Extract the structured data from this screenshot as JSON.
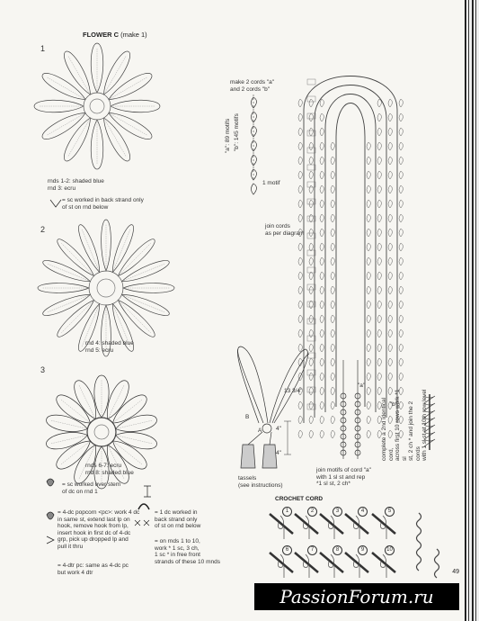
{
  "flower": {
    "title": "FLOWER C",
    "make": "(make 1)"
  },
  "steps": {
    "s1": "1",
    "s2": "2",
    "s3": "3"
  },
  "notes": {
    "rnds12": "rnds 1-2: shaded blue\nrnd 3: ecru",
    "sc_back": "= sc worked in back strand only\nof st on rnd below",
    "rnd45": "rnd 4: shaded blue\nrnd 5: ecru",
    "rnds67": "rnds 6-7: ecru\nrnd 8: shaded blue",
    "sc_over": "= sc worked over stem\nof dc on rnd 1",
    "popcorn": "= 4-dc popcorn <pc>: work 4 dc\nin same st, extend last lp on\nhook, remove hook from lp,\ninsert hook in first dc of 4-dc\ngrp, pick up dropped lp and\npull it thru",
    "dtr_pc": "= 4-dtr pc: same as 4-dc pc\nbut work 4 dtr",
    "dc_back": "= 1 dc worked in\nback strand only\nof st on rnd below",
    "rnds110": "= on rnds 1 to 10,\nwork * 1 sc, 3 ch,\n1 sc * in free front\nstrands of these 10 mnds"
  },
  "cords": {
    "make": "make 2 cords \"a\"\nand 2 cords \"b\"",
    "motifs_a": "\"a\": 89 motifs",
    "motifs_b": "\"b\": 145 motifs",
    "one_motif": "1 motif",
    "join": "join cords\nas per diagram",
    "join_motifs": "join motifs of cord \"a\"\nwith 1 sl st and  rep\n*1 sl st, 2 ch*",
    "complete": "complete a 2nd identical cord,\nacross first 10 rows work *1 sl\nst, 2 ch * and join the 2 cords\nwith 1 sl st at 10th row level",
    "label_a": "\"a\"",
    "label_b": "\"b\""
  },
  "tassel": {
    "length": "13 3/4\"",
    "dim1": "4\"",
    "dim2": "4\"",
    "A": "A",
    "B": "B",
    "caption": "tassels\n(see instructions)"
  },
  "crochet_cord": {
    "title": "CROCHET CORD",
    "steps": [
      "1",
      "2",
      "3",
      "4",
      "5",
      "6",
      "7",
      "8",
      "9",
      "10"
    ]
  },
  "page_number": "49",
  "watermark": "PassionForum.ru"
}
